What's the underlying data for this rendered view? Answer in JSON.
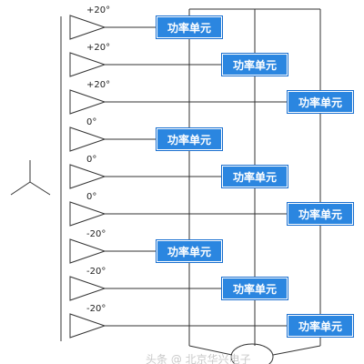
{
  "colors": {
    "unit_fill": "#2b86e0",
    "line": "#333333",
    "text": "#222222"
  },
  "elements": [
    {
      "angle": "+20°",
      "unit_label": "功率单元",
      "column": 0
    },
    {
      "angle": "+20°",
      "unit_label": "功率单元",
      "column": 1
    },
    {
      "angle": "+20°",
      "unit_label": "功率单元",
      "column": 2
    },
    {
      "angle": "0°",
      "unit_label": "功率单元",
      "column": 0
    },
    {
      "angle": "0°",
      "unit_label": "功率单元",
      "column": 1
    },
    {
      "angle": "0°",
      "unit_label": "功率单元",
      "column": 2
    },
    {
      "angle": "-20°",
      "unit_label": "功率单元",
      "column": 0
    },
    {
      "angle": "-20°",
      "unit_label": "功率单元",
      "column": 1
    },
    {
      "angle": "-20°",
      "unit_label": "功率单元",
      "column": 2
    }
  ],
  "watermark": "头条 @ 北京华兴电子"
}
